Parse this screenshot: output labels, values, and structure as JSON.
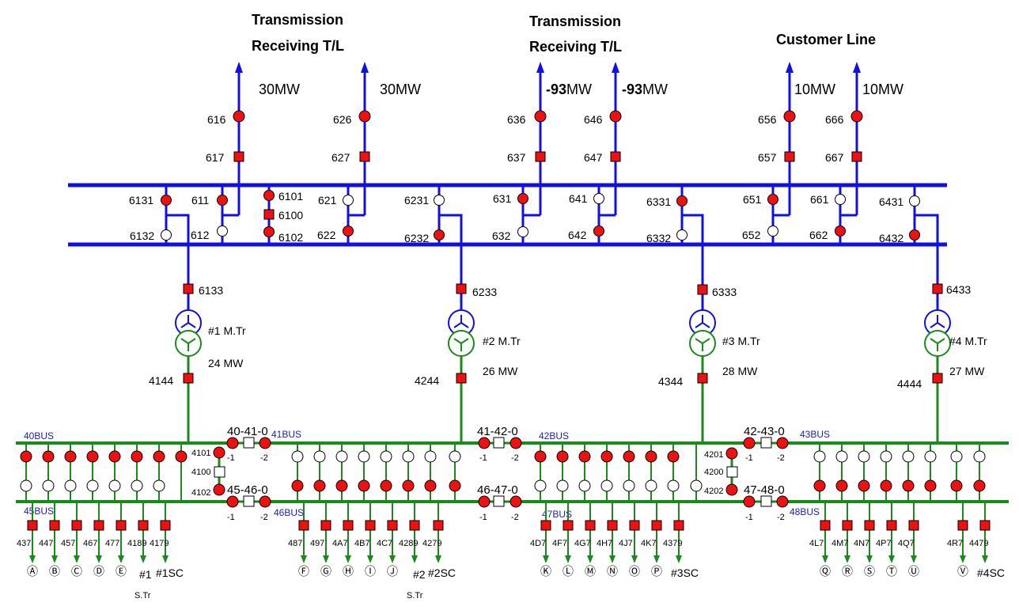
{
  "headers": [
    {
      "line1": "Transmission",
      "line2": "Receiving  T/L"
    },
    {
      "line1": "Transmission",
      "line2": "Receiving  T/L"
    },
    {
      "line1": "Customer  Line"
    }
  ],
  "feeders": [
    {
      "top": "616",
      "bot": "617",
      "mw": "30MW"
    },
    {
      "top": "626",
      "bot": "627",
      "mw": "30MW"
    },
    {
      "top": "636",
      "bot": "637",
      "mw_bold": "-93",
      "mw_unit": "MW"
    },
    {
      "top": "646",
      "bot": "647",
      "mw_bold": "-93",
      "mw_unit": "MW"
    },
    {
      "top": "656",
      "bot": "657",
      "mw": "10MW"
    },
    {
      "top": "666",
      "bot": "667",
      "mw": "10MW"
    }
  ],
  "hv_labels": {
    "u6131": "6131",
    "u611": "611",
    "u6101": "6101",
    "u6100": "6100",
    "u621": "621",
    "u6231": "6231",
    "u631": "631",
    "u641": "641",
    "u6331": "6331",
    "u651": "651",
    "u661": "661",
    "u6431": "6431",
    "l6132": "6132",
    "l612": "612",
    "l6102": "6102",
    "l622": "622",
    "l6232": "6232",
    "l632": "632",
    "l642": "642",
    "l6332": "6332",
    "l652": "652",
    "l662": "662",
    "l6432": "6432"
  },
  "transformers": [
    {
      "hv": "6133",
      "name": "#1  M.Tr",
      "mw": "24  MW",
      "lv": "4144"
    },
    {
      "hv": "6233",
      "name": "#2  M.Tr",
      "mw": "26  MW",
      "lv": "4244"
    },
    {
      "hv": "6333",
      "name": "#3  M.Tr",
      "mw": "28  MW",
      "lv": "4344"
    },
    {
      "hv": "6433",
      "name": "#4  M.Tr",
      "mw": "27  MW",
      "lv": "4444"
    }
  ],
  "buses": {
    "b40": "40BUS",
    "b41": "41BUS",
    "b42": "42BUS",
    "b43": "43BUS",
    "b45": "45BUS",
    "b46": "46BUS",
    "b47": "47BUS",
    "b48": "48BUS"
  },
  "ties": {
    "t4041": "40-41-0",
    "t4546": "45-46-0",
    "t4142": "41-42-0",
    "t4647": "46-47-0",
    "t4243": "42-43-0",
    "t4748": "47-48-0",
    "m1": "-1",
    "m2": "-2",
    "s4101": "4101",
    "s4100": "4100",
    "s4102": "4102",
    "s4201": "4201",
    "s4200": "4200",
    "s4202": "4202"
  },
  "feeder_group1_bottom": [
    "437",
    "447",
    "457",
    "467",
    "477",
    "4189",
    "4179"
  ],
  "feeder_group2_bottom": [
    "487",
    "497",
    "4A7",
    "4B7",
    "4C7",
    "4289",
    "4279"
  ],
  "feeder_group3_bottom": [
    "4D7",
    "4F7",
    "4G7",
    "4H7",
    "4J7",
    "4K7",
    "4379"
  ],
  "feeder_group4_bottom": [
    "4L7",
    "4M7",
    "4N7",
    "4P7",
    "4Q7",
    "4R7",
    "4479"
  ],
  "circles": {
    "g1": [
      "Ⓐ",
      "Ⓑ",
      "Ⓒ",
      "Ⓓ",
      "Ⓔ"
    ],
    "g2": [
      "Ⓕ",
      "Ⓖ",
      "Ⓗ",
      "Ⓘ",
      "Ⓙ"
    ],
    "g3": [
      "Ⓚ",
      "Ⓛ",
      "Ⓜ",
      "Ⓝ",
      "Ⓞ",
      "Ⓟ"
    ],
    "g4": [
      "Ⓠ",
      "Ⓡ",
      "Ⓢ",
      "Ⓣ",
      "Ⓤ",
      "Ⓥ"
    ]
  },
  "sc": {
    "sc1": "#1SC",
    "sc2": "#2SC",
    "sc3": "#3SC",
    "sc4": "#4SC",
    "str1a": "#1",
    "str1b": "S.Tr",
    "str2a": "#2",
    "str2b": "S.Tr"
  },
  "colors": {
    "hv": "#1010e0",
    "mv": "#1a8a1a",
    "breaker_closed": "#ee1111",
    "outline": "#000000"
  }
}
